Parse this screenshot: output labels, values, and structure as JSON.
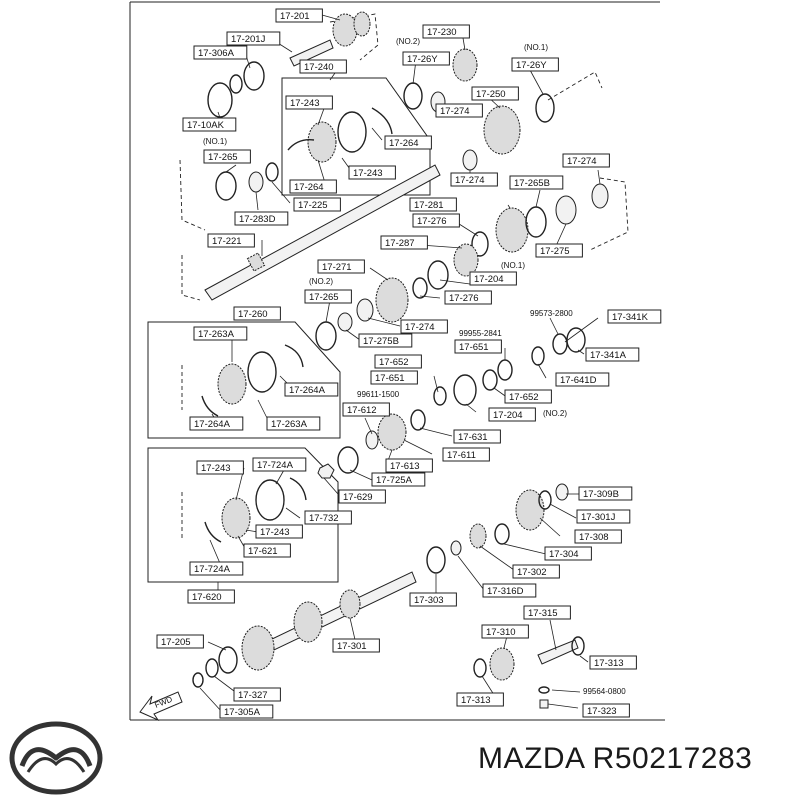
{
  "diagram": {
    "part_labels": [
      "17-201",
      "17-201J",
      "17-306A",
      "17-240",
      "17-10AK",
      "17-230",
      "17-26Y",
      "17-26Y",
      "17-274",
      "17-250",
      "17-243",
      "17-264",
      "17-243",
      "17-264",
      "17-265",
      "17-283D",
      "17-225",
      "17-274",
      "17-274",
      "17-265B",
      "17-221",
      "17-281",
      "17-276",
      "17-275",
      "17-287",
      "17-204",
      "17-271",
      "17-265",
      "17-276",
      "17-274",
      "17-275B",
      "17-260",
      "17-263A",
      "17-264A",
      "17-264A",
      "17-263A",
      "17-651",
      "17-652",
      "17-651",
      "17-652",
      "17-641D",
      "17-341K",
      "17-341A",
      "17-612",
      "17-204",
      "17-631",
      "17-613",
      "17-611",
      "17-725A",
      "17-629",
      "17-243",
      "17-724A",
      "17-732",
      "17-243",
      "17-621",
      "17-724A",
      "17-620",
      "17-309B",
      "17-301J",
      "17-308",
      "17-304",
      "17-302",
      "17-316D",
      "17-303",
      "17-301",
      "17-205",
      "17-327",
      "17-305A",
      "17-315",
      "17-310",
      "17-313",
      "17-313",
      "17-323"
    ],
    "notes": {
      "no2_a": "(NO.2)",
      "no1_a": "(NO.1)",
      "no1_b": "(NO.1)",
      "no1_c": "(NO.1)",
      "no2_b": "(NO.2)",
      "no2_c": "(NO.2)",
      "n99573": "99573-2800",
      "n99955": "99955-2841",
      "n99611": "99611-1500",
      "n99564": "99564-0800"
    },
    "fwd_label": "FWD"
  },
  "brand": {
    "text": "MAZDA R50217283",
    "logo_icon": "mazda-logo-icon"
  }
}
